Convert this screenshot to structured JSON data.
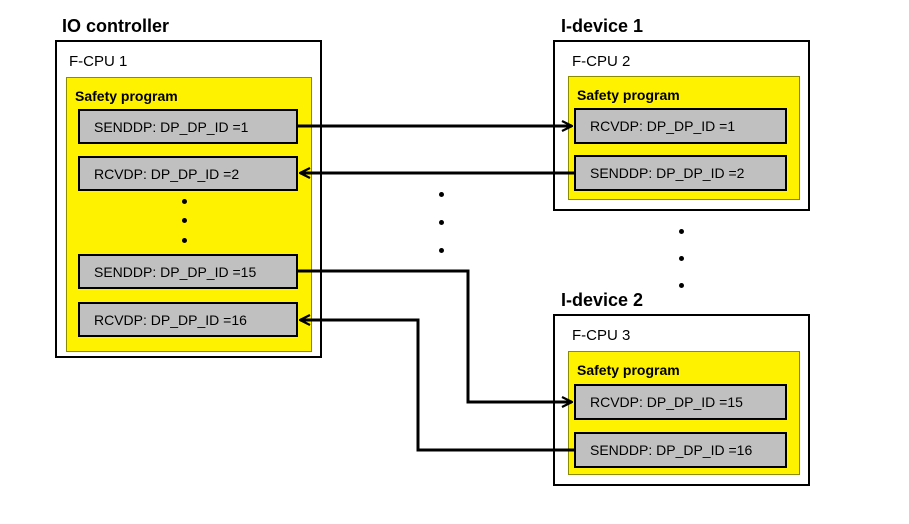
{
  "io_controller": {
    "title": "IO controller",
    "cpu": "F-CPU 1",
    "safety_program": "Safety program",
    "blocks": [
      "SENDDP: DP_DP_ID =1",
      "RCVDP: DP_DP_ID =2",
      "SENDDP: DP_DP_ID =15",
      "RCVDP: DP_DP_ID =16"
    ]
  },
  "idevice1": {
    "title": "I-device 1",
    "cpu": "F-CPU 2",
    "safety_program": "Safety program",
    "blocks": [
      "RCVDP: DP_DP_ID =1",
      "SENDDP: DP_DP_ID =2"
    ]
  },
  "idevice2": {
    "title": "I-device 2",
    "cpu": "F-CPU 3",
    "safety_program": "Safety program",
    "blocks": [
      "RCVDP: DP_DP_ID =15",
      "SENDDP: DP_DP_ID =16"
    ]
  },
  "colors": {
    "safety_bg": "#fff200",
    "block_bg": "#c0c0c0",
    "line": "#000000"
  }
}
